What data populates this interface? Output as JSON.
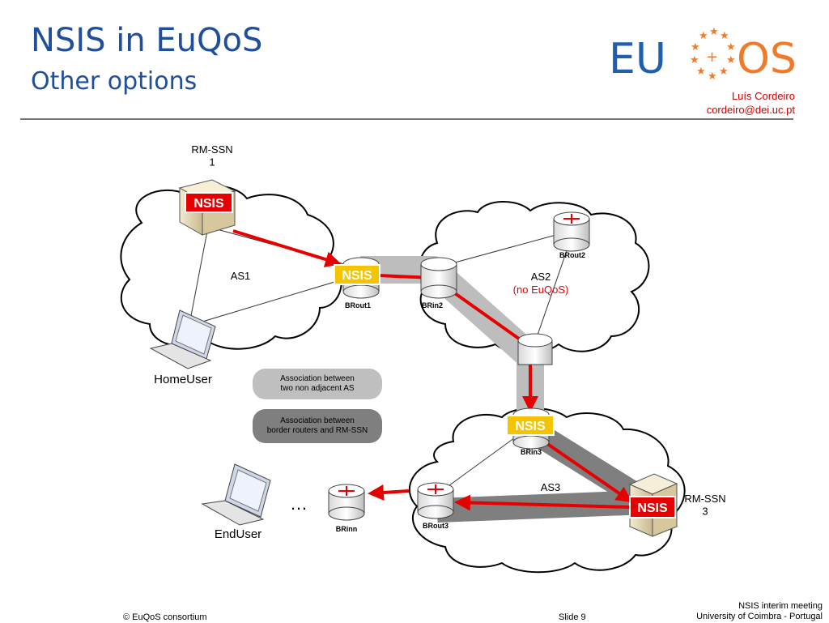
{
  "header": {
    "title": "NSIS in EuQoS",
    "subtitle": "Other options",
    "author_name": "Luís Cordeiro",
    "author_email": "cordeiro@dei.uc.pt"
  },
  "logo": {
    "text_left": "EU",
    "text_right": "OS"
  },
  "diagram": {
    "nodes": {
      "rmssn1": "RM-SSN\n1",
      "homeuser": "HomeUser",
      "brout1": "BRout1",
      "brin2": "BRin2",
      "brout2": "BRout2",
      "brin3": "BRin3",
      "brout3": "BRout3",
      "brinn": "BRinn",
      "enduser": "EndUser",
      "rmssn3": "RM-SSN\n3",
      "ellipsis": "…"
    },
    "domains": {
      "as1": "AS1",
      "as2": "AS2",
      "as2_note": "(no EuQoS)",
      "as3": "AS3"
    },
    "nsis_label": "NSIS",
    "legend": {
      "light": "Association between\ntwo non adjacent AS",
      "dark": "Association between\nborder routers and RM-SSN"
    }
  },
  "footer": {
    "copyright": "© EuQoS consortium",
    "slide": "Slide 9",
    "meeting": "NSIS interim meeting",
    "university": "University of Coimbra - Portugal"
  },
  "colors": {
    "title": "#1f4e9a",
    "accent_red": "#e60000",
    "nsis_yellow": "#f5c400",
    "logo_blue": "#1f5fb0",
    "logo_orange": "#ef7b2a"
  }
}
